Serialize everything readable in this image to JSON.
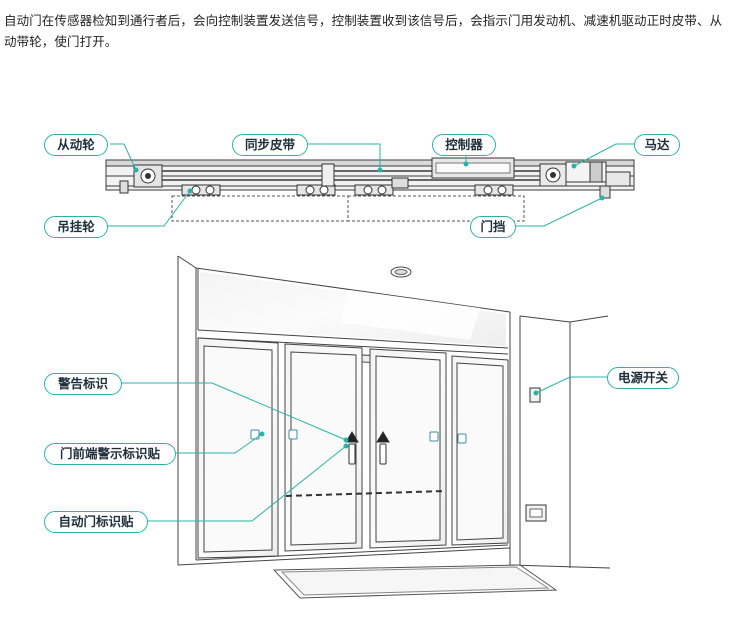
{
  "intro_text": "自动门在传感器检知到通行者后，会向控制装置发送信号，控制装置收到该信号后，会指示门用发动机、减速机驱动正时皮带、从动带轮，使门打开。",
  "labels": {
    "driven_wheel": "从动轮",
    "sync_belt": "同步皮带",
    "controller": "控制器",
    "motor": "马达",
    "hanging_wheel": "吊挂轮",
    "door_stop": "门挡",
    "warning_sign": "警告标识",
    "front_warning_sticker": "门前端警示标识贴",
    "auto_door_sticker": "自动门标识贴",
    "power_switch": "电源开关"
  },
  "colors": {
    "accent": "#29b3a7",
    "line": "#4a4a4a"
  }
}
